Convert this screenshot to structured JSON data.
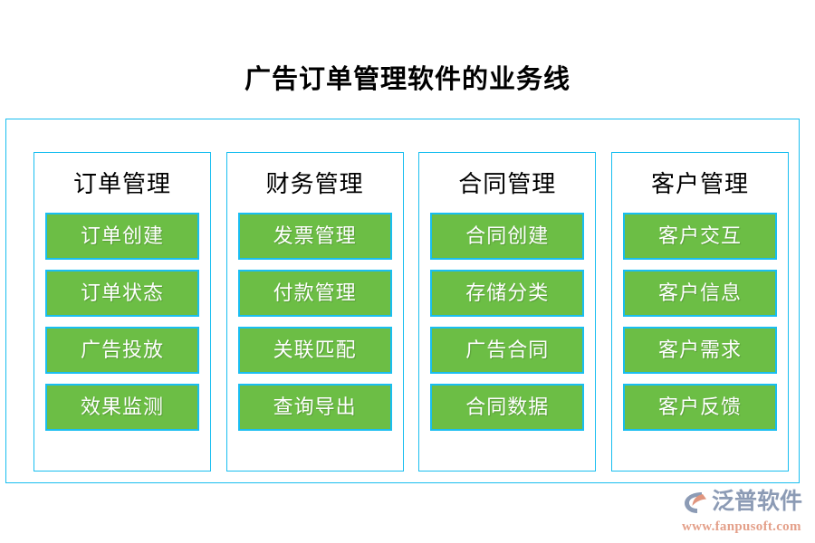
{
  "page": {
    "title": "广告订单管理软件的业务线",
    "background_color": "#ffffff",
    "frame_border_color": "#19bef0",
    "chip_color": "#6cbe45",
    "chip_text_color": "#ffffff",
    "title_color": "#000000"
  },
  "columns": [
    {
      "title": "订单管理",
      "items": [
        "订单创建",
        "订单状态",
        "广告投放",
        "效果监测"
      ]
    },
    {
      "title": "财务管理",
      "items": [
        "发票管理",
        "付款管理",
        "关联匹配",
        "查询导出"
      ]
    },
    {
      "title": "合同管理",
      "items": [
        "合同创建",
        "存储分类",
        "广告合同",
        "合同数据"
      ]
    },
    {
      "title": "客户管理",
      "items": [
        "客户交互",
        "客户信息",
        "客户需求",
        "客户反馈"
      ]
    }
  ],
  "watermark": {
    "brand": "泛普软件",
    "url": "www.fanpusoft.com",
    "brand_color": "#8c9bb5",
    "url_color": "#e4a08a",
    "mark_arc_color": "#8c9bb5",
    "mark_wedge_color": "#e0957e"
  }
}
